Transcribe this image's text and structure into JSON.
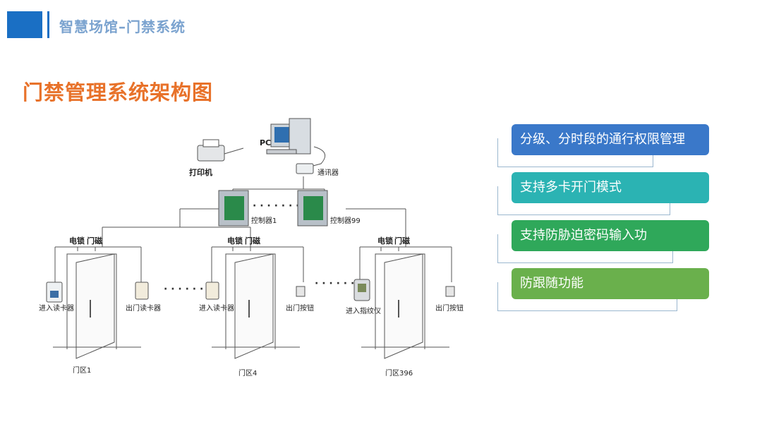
{
  "header": {
    "title": "智慧场馆–门禁系统"
  },
  "main_title": "门禁管理系统架构图",
  "diagram": {
    "pc": "PC",
    "printer": "打印机",
    "communicator": "通讯器",
    "controller1": "控制器1",
    "controller99": "控制器99",
    "zones": [
      {
        "lock": "电锁",
        "magnet": "门磁",
        "entry": "进入读卡器",
        "exit": "出门读卡器",
        "name": "门区1"
      },
      {
        "lock": "电锁",
        "magnet": "门磁",
        "entry": "进入读卡器",
        "exit": "出门按钮",
        "name": "门区4"
      },
      {
        "lock": "电锁",
        "magnet": "门磁",
        "entry": "进入指纹仪",
        "exit": "出门按钮",
        "name": "门区396"
      }
    ]
  },
  "features": [
    {
      "label": "分级、分时段的通行权限管理",
      "color": "#3a78c9"
    },
    {
      "label": "支持多卡开门模式",
      "color": "#2bb3b3"
    },
    {
      "label": "支持防胁迫密码输入功",
      "color": "#2fa85a"
    },
    {
      "label": "防跟随功能",
      "color": "#6ab04c"
    }
  ]
}
